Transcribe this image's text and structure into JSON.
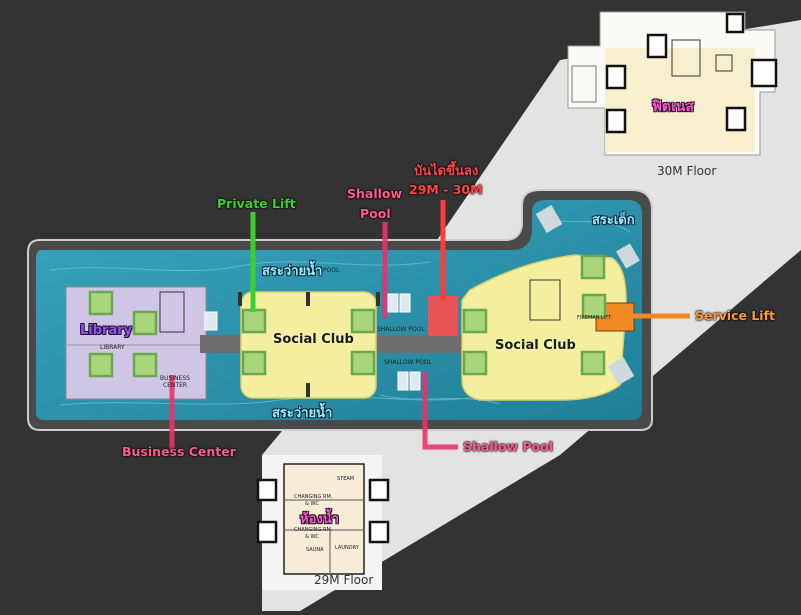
{
  "labels": {
    "private_lift": "Private Lift",
    "shallow_pool_top_line1": "Shallow",
    "shallow_pool_top_line2": "Pool",
    "stair_line1": "บันไดขึ้นลง",
    "stair_line2": "29M - 30M",
    "sun_deck": "สระเด็ก",
    "pool_top": "สระว่ายน้ำ",
    "pool_bottom": "สระว่ายน้ำ",
    "library": "Library",
    "social_club_left": "Social Club",
    "social_club_right": "Social Club",
    "service_lift": "Service Lift",
    "business_center": "Business Center",
    "shallow_pool_bottom": "Shallow Pool",
    "fitness": "ฟิตเนส",
    "floor_30": "30M Floor",
    "floor_29": "29M Floor",
    "toilet": "ห้องน้ำ"
  },
  "plan_text": {
    "library": "LIBRARY",
    "business_center_line1": "BUSINESS",
    "business_center_line2": "CENTER",
    "pool": "POOL",
    "shallow_pool_1": "SHALLOW POOL",
    "shallow_pool_2": "SHALLOW POOL",
    "fireman_lift": "FIREMAN LIFT",
    "changing_1": "CHANGING RM.",
    "changing_1b": "& WC",
    "changing_2": "CHANGING RM.",
    "changing_2b": "& WC",
    "steam": "STEAM",
    "sauna": "SAUNA",
    "laundry": "LAUNDRY"
  },
  "colors": {
    "background": "#333333",
    "private_lift": "#39d12f",
    "shallow_pool": "#e8336b",
    "stair": "#ff3b3b",
    "service_lift": "#f08a24",
    "business_center": "#e8336b",
    "social_club_fill": "#f4ef9e",
    "library_fill": "#cfc6e6",
    "pool_water": "#2a90a8"
  }
}
